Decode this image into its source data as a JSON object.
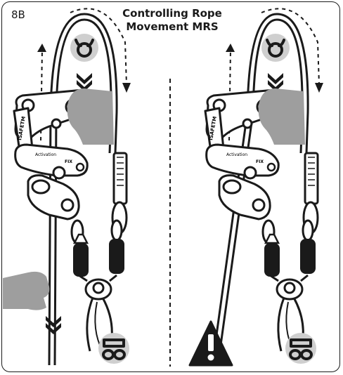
{
  "figure": {
    "step_label": "8B",
    "title_line1": "Controlling Rope",
    "title_line2": "Movement MRS",
    "device_labels": {
      "brand": "ISAFETM",
      "activation": "Activation",
      "fix": "FIX"
    }
  },
  "icons": {
    "lock_icon": "padlock-symbol",
    "harness_icon": "harness-symbol",
    "hand_icon": "hand",
    "warning_icon": "warning-triangle-exclamation",
    "arrow_icon": "double-chevron-down"
  },
  "colors": {
    "ink": "#1a1a1a",
    "hand": "#9e9e9e",
    "symbol_bg": "#cfcfcf",
    "device_fill": "#ffffff"
  }
}
